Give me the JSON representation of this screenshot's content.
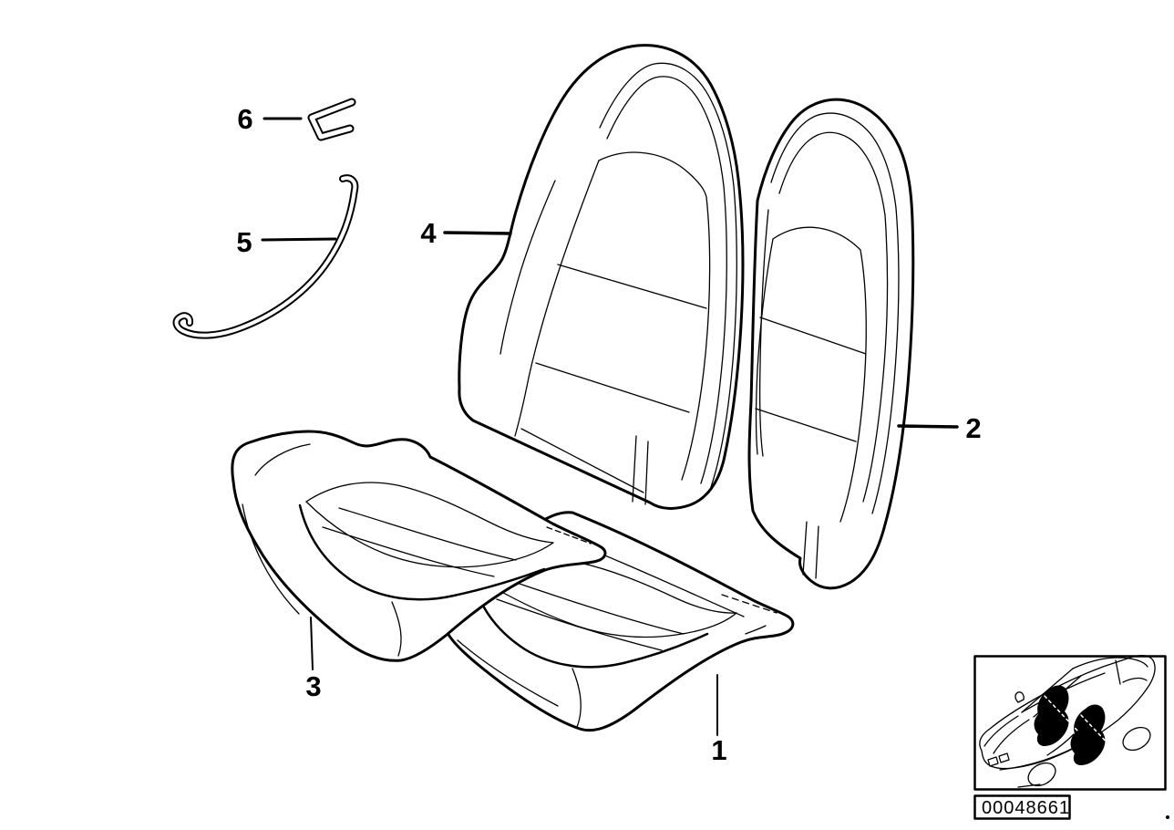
{
  "diagram": {
    "callouts": [
      {
        "label": "1"
      },
      {
        "label": "2"
      },
      {
        "label": "3"
      },
      {
        "label": "4"
      },
      {
        "label": "5"
      },
      {
        "label": "6"
      }
    ]
  },
  "thumbnail": {
    "icon": "car-front-seats-location-icon"
  },
  "footer": {
    "part_number": "00048661"
  },
  "colors": {
    "line": "#000000",
    "background": "#ffffff"
  }
}
